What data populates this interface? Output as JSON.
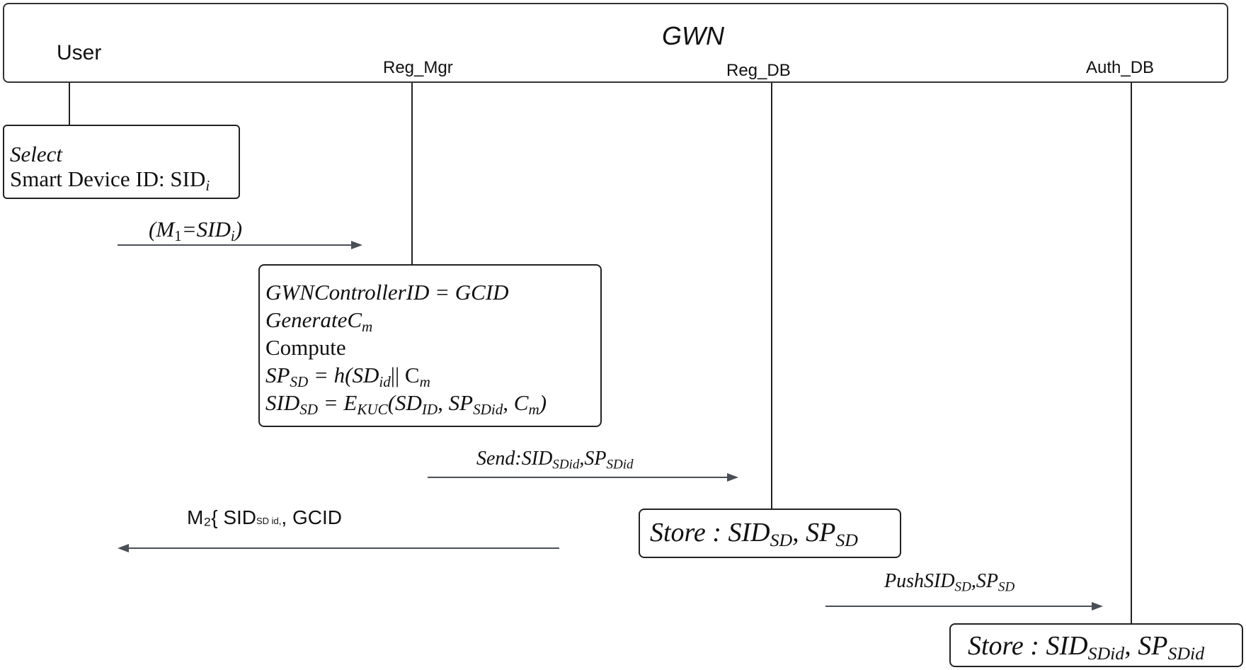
{
  "header": {
    "title": "GWN",
    "actors": {
      "user": "User",
      "reg_mgr": "Reg_Mgr",
      "reg_db": "Reg_DB",
      "auth_db": "Auth_DB"
    }
  },
  "user_box": {
    "line1": "Select",
    "line2_text": "Smart Device ID: SID",
    "line2_sub": "i"
  },
  "messages": {
    "m1": {
      "open": "(M",
      "sub1": "1",
      "mid": "=SID",
      "sub2": "i",
      "close": ")"
    },
    "send": {
      "prefix": "Send:SID",
      "sub1": "SDid",
      "mid": ",SP",
      "sub2": "SDid"
    },
    "m2": {
      "prefix": "M₂{ SID",
      "sub": "SD id,",
      "suffix": ", GCID"
    },
    "push": {
      "prefix": "PushSID",
      "sub1": "SD",
      "mid": ",SP",
      "sub2": "SD"
    }
  },
  "reg_box": {
    "line1": "GWNControllerID = GCID",
    "line2": {
      "text": "GenerateC",
      "sub": "m"
    },
    "line3": "Compute",
    "line4": {
      "a": "SP",
      "a_sub": "SD",
      "b": " = h(SD",
      "b_sub": "id",
      "c": "|| C",
      "c_sub": "m"
    },
    "line5": {
      "a": "SID",
      "a_sub": "SD",
      "b": " = E",
      "b_sub": "KUC",
      "c": "(SD",
      "c_sub": "ID",
      "d": ", SP",
      "d_sub": "SDid",
      "e": ", C",
      "e_sub": "m",
      "f": ")"
    }
  },
  "store_regdb": {
    "a": "Store : SID",
    "a_sub": "SD",
    "b": ", SP",
    "b_sub": "SD"
  },
  "store_authdb": {
    "a": "Store : SID",
    "a_sub": "SDid",
    "b": ", SP",
    "b_sub": "SDid"
  },
  "colors": {
    "arrow": "#4a4f57",
    "stroke": "#222222"
  }
}
